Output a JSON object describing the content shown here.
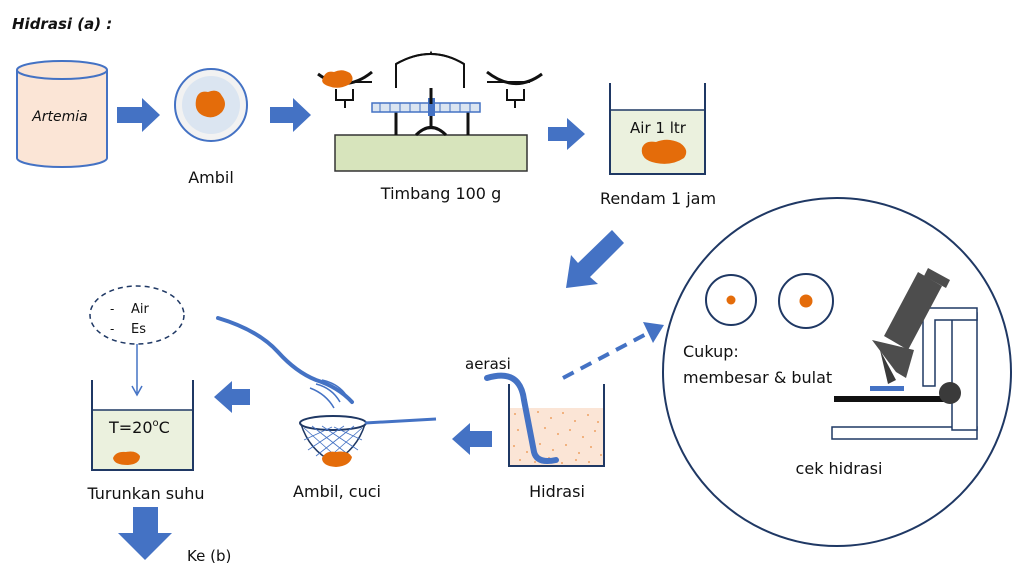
{
  "title": "Hidrasi (a) :",
  "steps": {
    "artemia": "Artemia",
    "ambil": "Ambil",
    "timbang": "Timbang 100 g",
    "air_1_ltr": "Air 1 ltr",
    "rendam": "Rendam 1 jam",
    "aerasi": "aerasi",
    "hidrasi": "Hidrasi",
    "cek_hidrasi": "cek hidrasi",
    "cukup_line1": "Cukup:",
    "cukup_line2": "membesar & bulat",
    "ambil_cuci": "Ambil, cuci",
    "bubble_air": "Air",
    "bubble_es": "Es",
    "bubble_dash": "-",
    "suhu_T": "T=20",
    "suhu_sup": "o",
    "suhu_C": "C",
    "turunkan": "Turunkan suhu",
    "ke_b": "Ke (b)"
  },
  "colors": {
    "arrow": "#4472c4",
    "cyst": "#e46c0a",
    "jar": "#fbe5d6",
    "water": "#ebf1de",
    "scale": "#d7e4bc",
    "microscope": "#4d4d4d"
  }
}
